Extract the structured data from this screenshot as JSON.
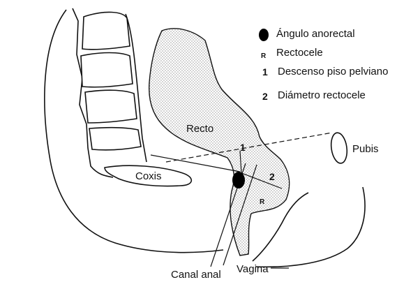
{
  "legend": {
    "angle": "Ángulo anorectal",
    "rectocele_marker": "R",
    "rectocele": "Rectocele",
    "one_marker": "1",
    "descent": "Descenso piso pelviano",
    "two_marker": "2",
    "diameter": "Diámetro rectocele"
  },
  "labels": {
    "recto": "Recto",
    "pubis": "Pubis",
    "coxis": "Coxis",
    "canal_anal": "Canal anal",
    "vagina": "Vagina",
    "marker_1": "1",
    "marker_2": "2",
    "marker_r": "R"
  },
  "colors": {
    "stroke": "#111111",
    "stipple": "#9a9a9a"
  }
}
